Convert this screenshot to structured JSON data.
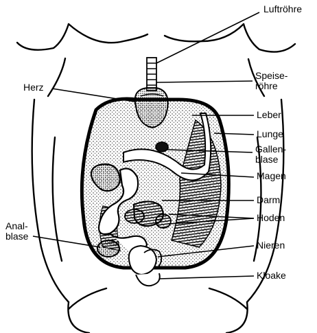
{
  "diagram": {
    "labels": {
      "luftroehre": "Luftröhre",
      "speiseroehre_1": "Speise-",
      "speiseroehre_2": "röhre",
      "herz": "Herz",
      "leber": "Leber",
      "lunge": "Lunge",
      "gallenblase_1": "Gallen-",
      "gallenblase_2": "blase",
      "magen": "Magen",
      "darm": "Darm",
      "hoden": "Hoden",
      "analblase_1": "Anal-",
      "analblase_2": "blase",
      "nieren": "Nieren",
      "kloake": "Kloake"
    }
  },
  "colors": {
    "ink": "#000000",
    "paper": "#ffffff",
    "stipple": "#333333"
  }
}
